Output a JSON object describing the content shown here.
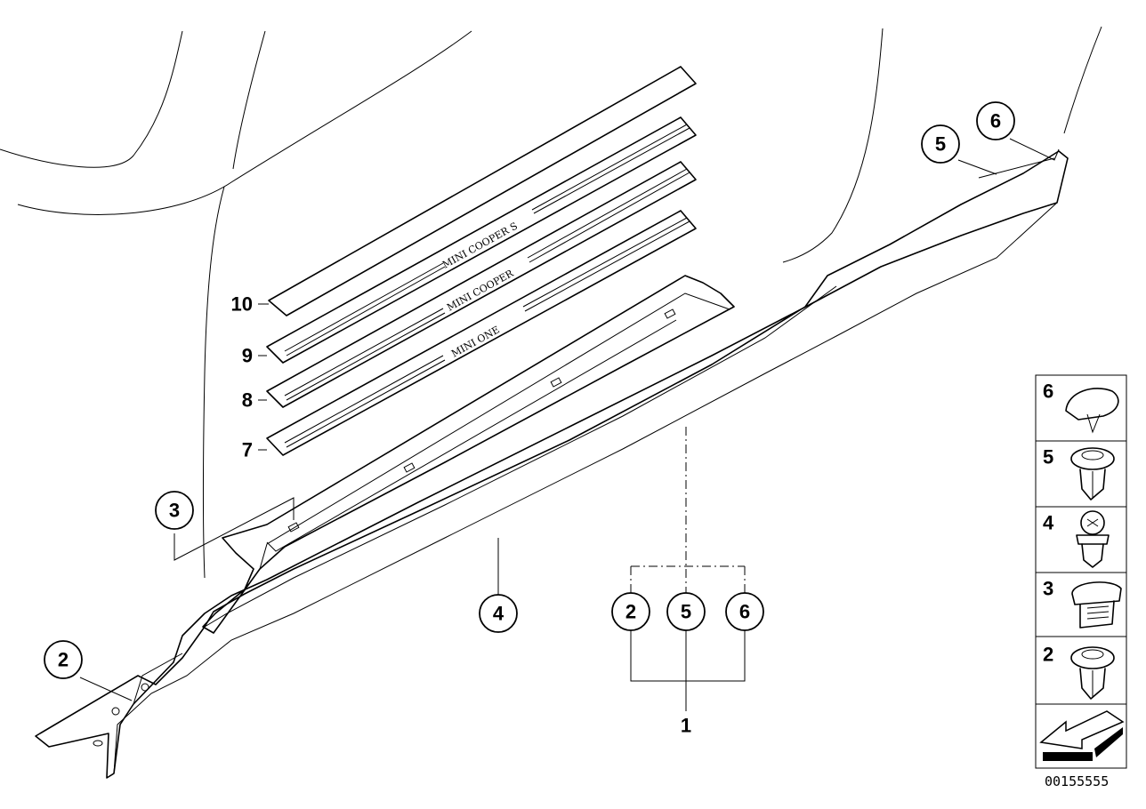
{
  "callouts": {
    "left_3": "3",
    "left_2": "2",
    "center_4": "4",
    "group_2": "2",
    "group_5": "5",
    "group_6": "6",
    "assembly_1": "1",
    "top_5": "5",
    "top_6": "6"
  },
  "sill_labels": {
    "p10": "10",
    "p9": "9",
    "p8": "8",
    "p7": "7"
  },
  "sill_text": {
    "cooper_s": "MINI COOPER S",
    "cooper": "MINI COOPER",
    "one": "MINI ONE"
  },
  "legend": {
    "items": [
      {
        "number": "6",
        "icon": "clip-cap-icon"
      },
      {
        "number": "5",
        "icon": "expanding-rivet-icon"
      },
      {
        "number": "4",
        "icon": "screw-nut-clip-icon"
      },
      {
        "number": "3",
        "icon": "push-clip-icon"
      },
      {
        "number": "2",
        "icon": "expanding-rivet-icon"
      }
    ],
    "arrow_icon": "arrow-left-icon"
  },
  "diagram_code": "00155555"
}
